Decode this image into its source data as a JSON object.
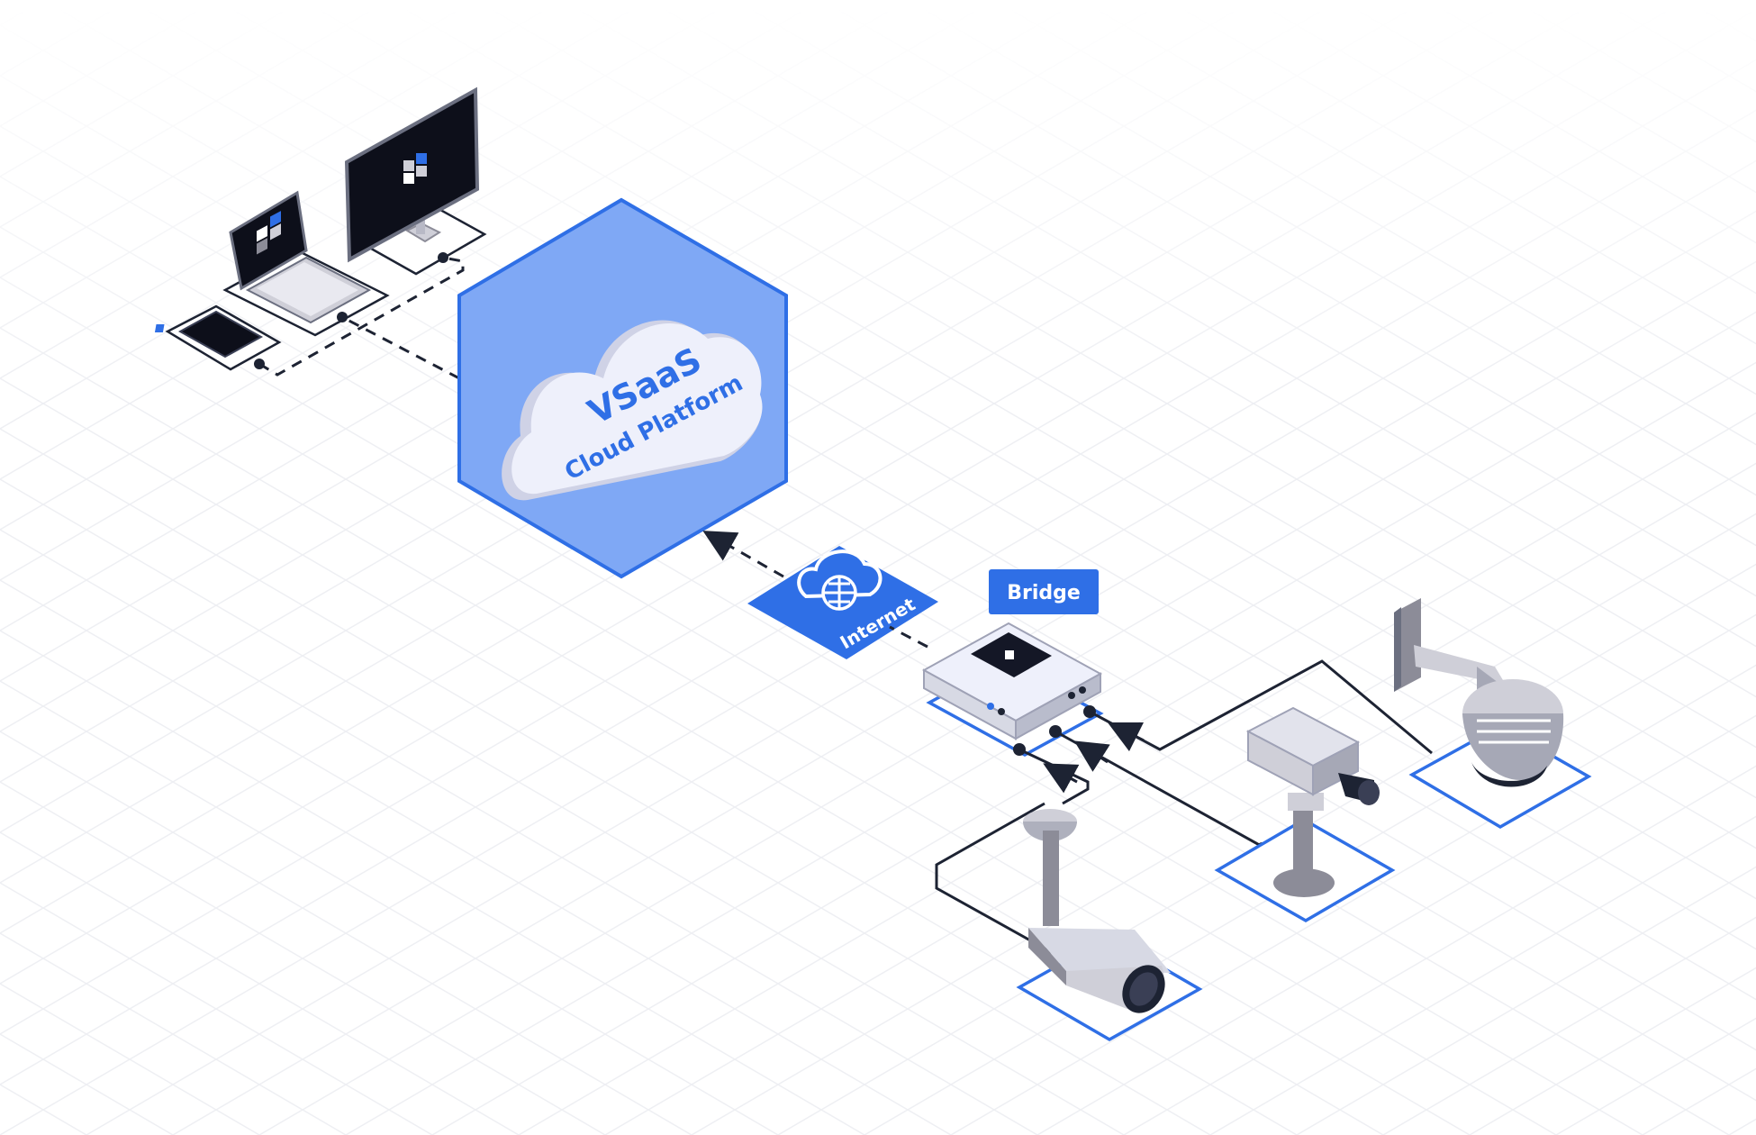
{
  "diagram": {
    "platform": {
      "line1": "VSaaS",
      "line2": "Cloud Platform"
    },
    "internet": {
      "label": "Internet"
    },
    "bridge": {
      "label": "Bridge"
    },
    "clients": [
      "desktop-monitor",
      "laptop",
      "smartphone"
    ],
    "cameras": [
      "bullet-camera",
      "box-camera",
      "ptz-dome-camera"
    ],
    "connections": [
      {
        "from": "bridge",
        "to": "internet",
        "style": "dashed"
      },
      {
        "from": "internet",
        "to": "platform",
        "style": "dashed-arrow"
      },
      {
        "from": "platform",
        "to": "clients",
        "style": "dashed"
      },
      {
        "from": "bullet-camera",
        "to": "bridge",
        "style": "solid-arrow"
      },
      {
        "from": "box-camera",
        "to": "bridge",
        "style": "solid-arrow"
      },
      {
        "from": "ptz-dome-camera",
        "to": "bridge",
        "style": "solid-arrow"
      }
    ],
    "colors": {
      "accent": "#2f6fe6",
      "hexagon_fill": "#7fa8f5",
      "hexagon_stroke": "#2f6fe6",
      "cloud_fill": "#eef0fb",
      "cloud_side": "#cfd2e6",
      "line": "#1d2333",
      "grid": "#eeeff3",
      "device_dark": "#0d0f1a",
      "camera_body": "#cfcfd8",
      "camera_shade": "#8c8c98"
    }
  }
}
